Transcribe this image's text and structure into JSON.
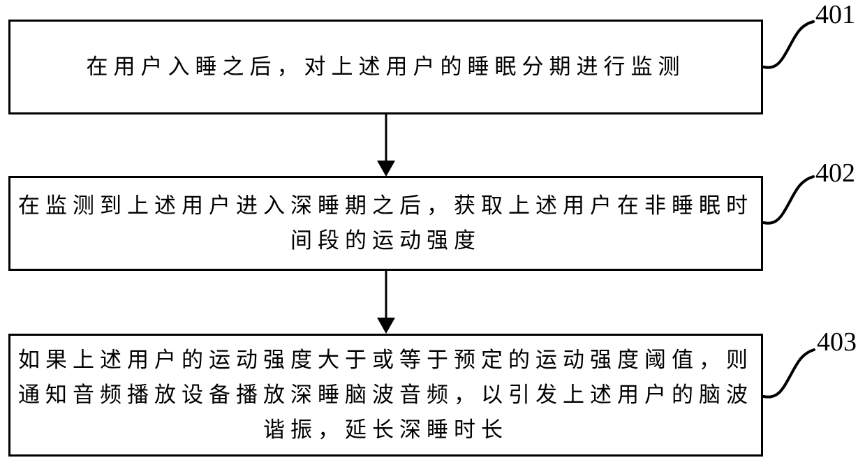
{
  "page": {
    "background_color": "#ffffff",
    "line_color": "#000000"
  },
  "flowchart": {
    "type": "vertical-step-flow",
    "steps": [
      {
        "label": "401",
        "lines": [
          "在用户入睡之后，对上述用户的睡眠分期进行监测"
        ]
      },
      {
        "label": "402",
        "lines": [
          "在监测到上述用户进入深睡期之后，获取上述用户在非睡眠时",
          "间段的运动强度"
        ]
      },
      {
        "label": "403",
        "lines": [
          "如果上述用户的运动强度大于或等于预定的运动强度阈值，则",
          "通知音频播放设备播放深睡脑波音频，以引发上述用户的脑波",
          "谐振，延长深睡时长"
        ]
      }
    ]
  }
}
